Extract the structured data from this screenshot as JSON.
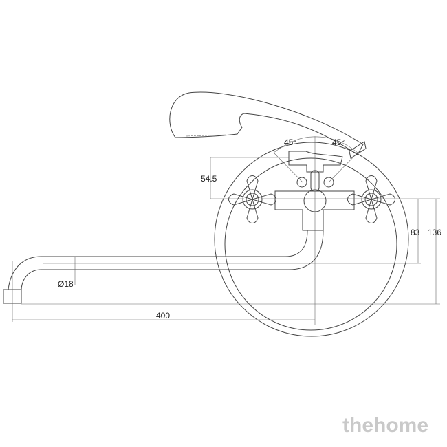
{
  "drawing": {
    "dimensions": {
      "angle_left": "45°",
      "angle_right": "45°",
      "height_shower_holder": "54.5",
      "height_spout_axis": "83",
      "height_spout_bottom": "136",
      "spout_diameter": "Ø18",
      "spout_length": "400"
    },
    "watermark": "thehome"
  }
}
